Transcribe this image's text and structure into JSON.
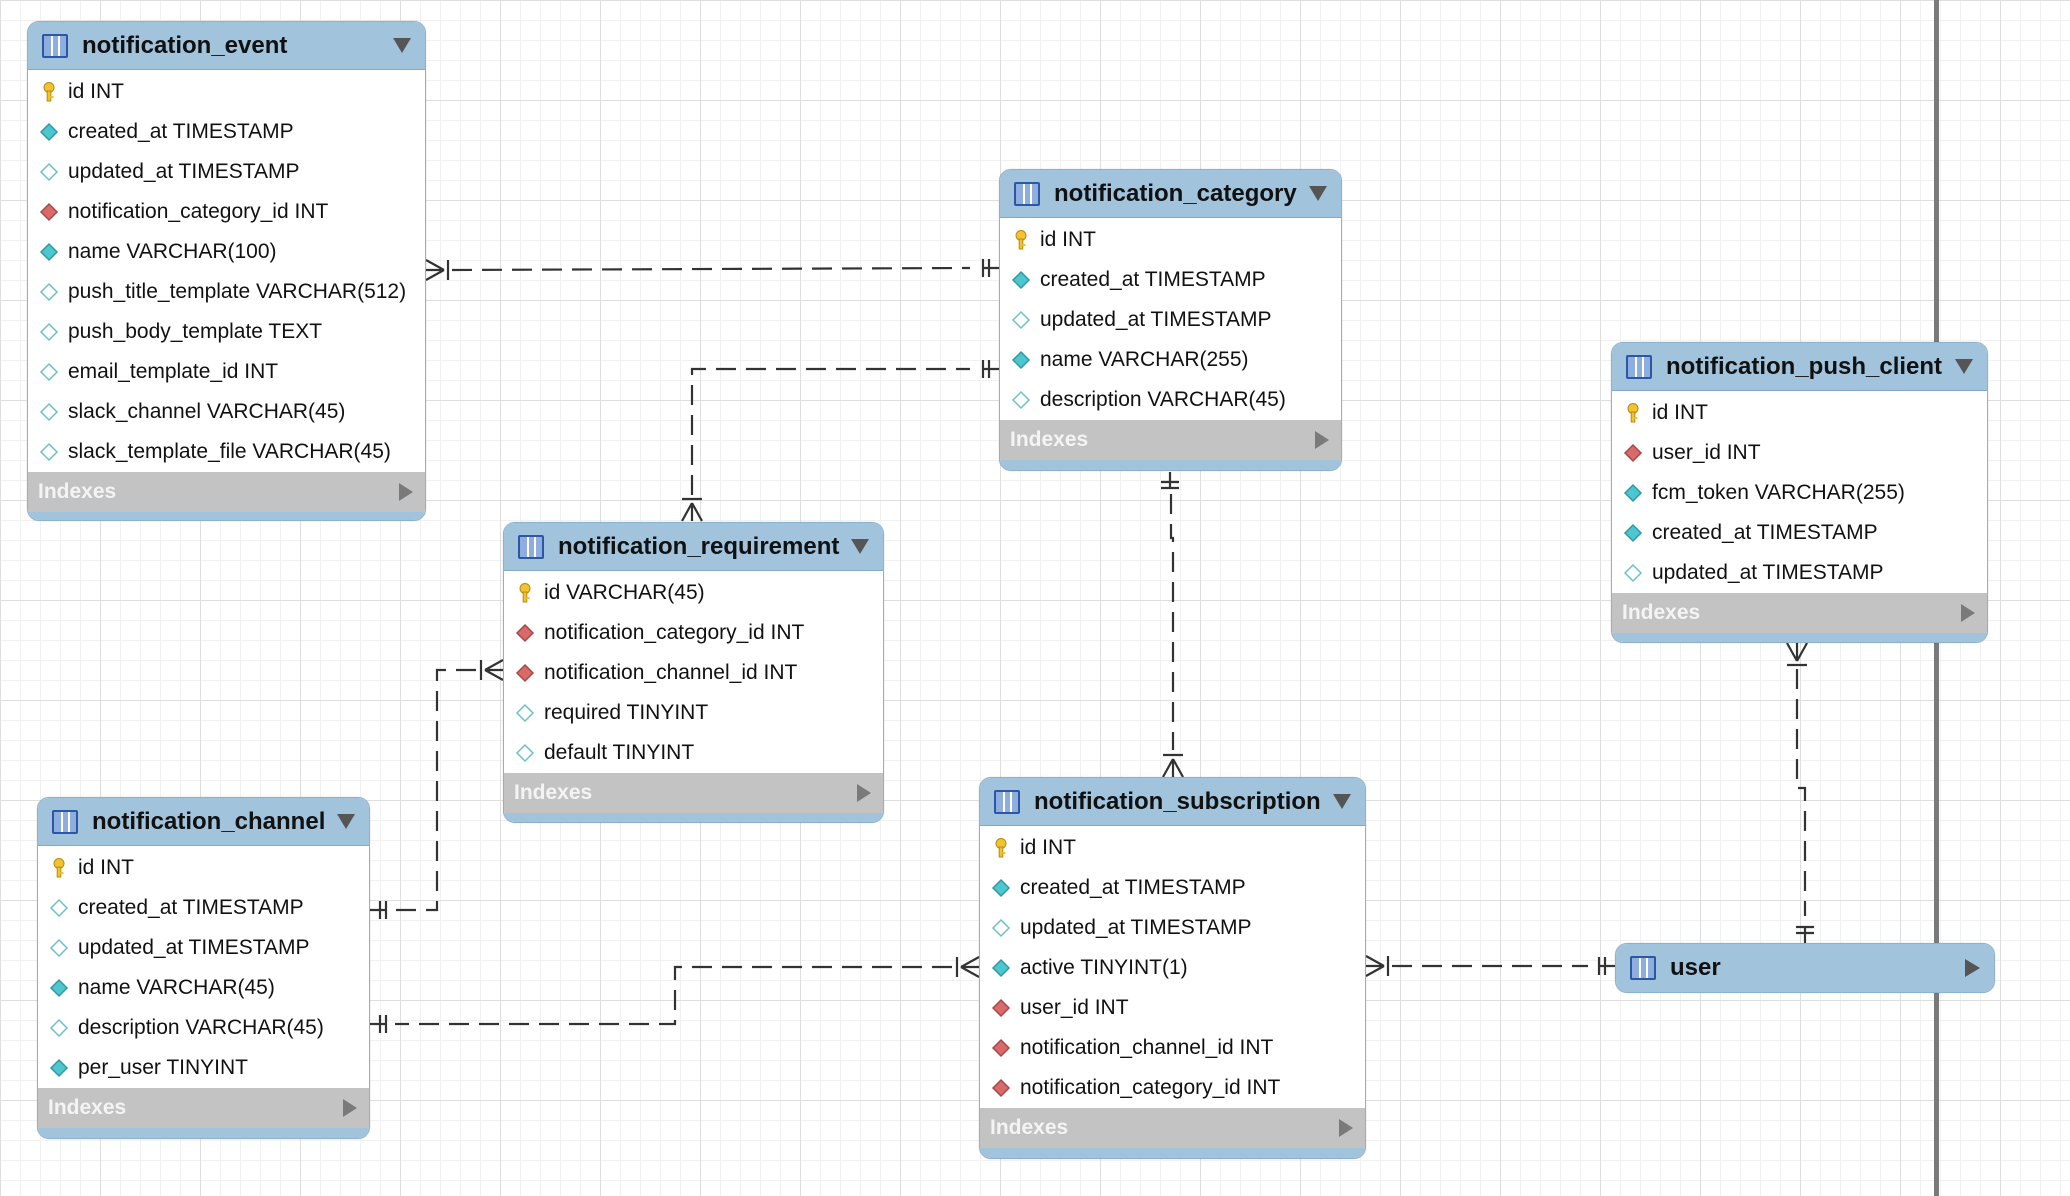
{
  "indexes_label": "Indexes",
  "entities": {
    "notification_event": {
      "title": "notification_event",
      "columns": [
        {
          "name": "id INT",
          "kind": "pk"
        },
        {
          "name": "created_at TIMESTAMP",
          "kind": "nn"
        },
        {
          "name": "updated_at TIMESTAMP",
          "kind": "nullable"
        },
        {
          "name": "notification_category_id INT",
          "kind": "fk"
        },
        {
          "name": "name VARCHAR(100)",
          "kind": "nn"
        },
        {
          "name": "push_title_template VARCHAR(512)",
          "kind": "nullable"
        },
        {
          "name": "push_body_template TEXT",
          "kind": "nullable"
        },
        {
          "name": "email_template_id INT",
          "kind": "nullable"
        },
        {
          "name": "slack_channel VARCHAR(45)",
          "kind": "nullable"
        },
        {
          "name": "slack_template_file VARCHAR(45)",
          "kind": "nullable"
        }
      ]
    },
    "notification_category": {
      "title": "notification_category",
      "columns": [
        {
          "name": "id INT",
          "kind": "pk"
        },
        {
          "name": "created_at TIMESTAMP",
          "kind": "nn"
        },
        {
          "name": "updated_at TIMESTAMP",
          "kind": "nullable"
        },
        {
          "name": "name VARCHAR(255)",
          "kind": "nn"
        },
        {
          "name": "description VARCHAR(45)",
          "kind": "nullable"
        }
      ]
    },
    "notification_push_client": {
      "title": "notification_push_client",
      "columns": [
        {
          "name": "id INT",
          "kind": "pk"
        },
        {
          "name": "user_id INT",
          "kind": "fk"
        },
        {
          "name": "fcm_token VARCHAR(255)",
          "kind": "nn"
        },
        {
          "name": "created_at TIMESTAMP",
          "kind": "nn"
        },
        {
          "name": "updated_at TIMESTAMP",
          "kind": "nullable"
        }
      ]
    },
    "notification_requirement": {
      "title": "notification_requirement",
      "columns": [
        {
          "name": "id VARCHAR(45)",
          "kind": "pk"
        },
        {
          "name": "notification_category_id INT",
          "kind": "fk"
        },
        {
          "name": "notification_channel_id INT",
          "kind": "fk"
        },
        {
          "name": "required TINYINT",
          "kind": "nullable"
        },
        {
          "name": "default TINYINT",
          "kind": "nullable"
        }
      ]
    },
    "notification_channel": {
      "title": "notification_channel",
      "columns": [
        {
          "name": "id INT",
          "kind": "pk"
        },
        {
          "name": "created_at TIMESTAMP",
          "kind": "nullable"
        },
        {
          "name": "updated_at TIMESTAMP",
          "kind": "nullable"
        },
        {
          "name": "name VARCHAR(45)",
          "kind": "nn"
        },
        {
          "name": "description VARCHAR(45)",
          "kind": "nullable"
        },
        {
          "name": "per_user TINYINT",
          "kind": "nn"
        }
      ]
    },
    "notification_subscription": {
      "title": "notification_subscription",
      "columns": [
        {
          "name": "id INT",
          "kind": "pk"
        },
        {
          "name": "created_at TIMESTAMP",
          "kind": "nn"
        },
        {
          "name": "updated_at TIMESTAMP",
          "kind": "nullable"
        },
        {
          "name": "active TINYINT(1)",
          "kind": "nn"
        },
        {
          "name": "user_id INT",
          "kind": "fk"
        },
        {
          "name": "notification_channel_id INT",
          "kind": "fk"
        },
        {
          "name": "notification_category_id INT",
          "kind": "fk"
        }
      ]
    },
    "user": {
      "title": "user",
      "columns": []
    }
  },
  "relationships": [
    {
      "from": "notification_event",
      "to": "notification_category",
      "from_end": "many",
      "to_end": "one"
    },
    {
      "from": "notification_requirement",
      "to": "notification_category",
      "from_end": "many",
      "to_end": "one"
    },
    {
      "from": "notification_requirement",
      "to": "notification_channel",
      "from_end": "many",
      "to_end": "one"
    },
    {
      "from": "notification_subscription",
      "to": "notification_category",
      "from_end": "many",
      "to_end": "one"
    },
    {
      "from": "notification_subscription",
      "to": "notification_channel",
      "from_end": "many",
      "to_end": "one"
    },
    {
      "from": "notification_subscription",
      "to": "user",
      "from_end": "many",
      "to_end": "one"
    },
    {
      "from": "notification_push_client",
      "to": "user",
      "from_end": "many",
      "to_end": "one"
    }
  ],
  "colors": {
    "header": "#a1c3dc",
    "header_border": "#84a9c4",
    "indexes_bar": "#c3c3c3",
    "pk_key": "#f2c230",
    "nn_diamond": "#4cc6cf",
    "fk_diamond": "#d86a6a",
    "nullable_diamond": "#6cc0cc",
    "line": "#333333"
  }
}
